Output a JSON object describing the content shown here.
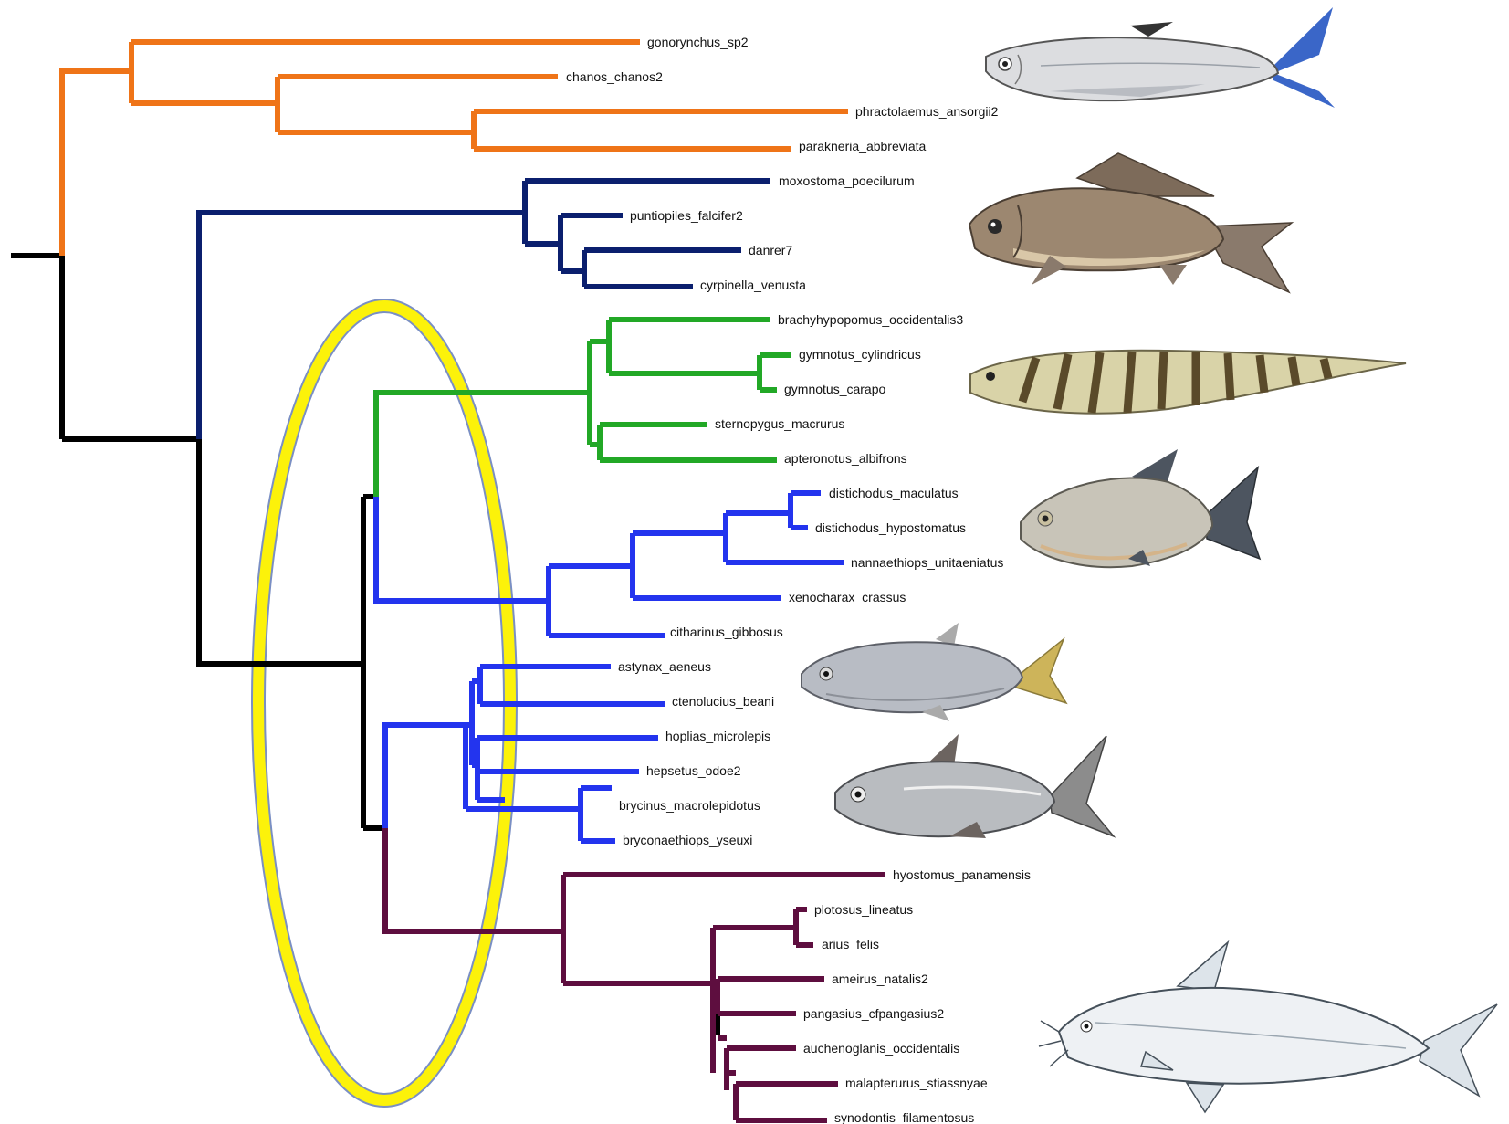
{
  "colors": {
    "root": "#000000",
    "orange_clade": "#ef7418",
    "navy_clade": "#0b1f6e",
    "green_clade": "#22a826",
    "blue_clade": "#2334ee",
    "maroon_clade": "#5e0e3f",
    "highlight_ellipse": "#fcf20a",
    "highlight_ellipse_outline": "#7a8fc4"
  },
  "taxa": [
    {
      "label": "gonorynchus_sp2",
      "clade": "orange"
    },
    {
      "label": "chanos_chanos2",
      "clade": "orange"
    },
    {
      "label": "phractolaemus_ansorgii2",
      "clade": "orange"
    },
    {
      "label": "parakneria_abbreviata",
      "clade": "orange"
    },
    {
      "label": "moxostoma_poecilurum",
      "clade": "navy"
    },
    {
      "label": "puntiopiles_falcifer2",
      "clade": "navy"
    },
    {
      "label": "danrer7",
      "clade": "navy"
    },
    {
      "label": "cyrpinella_venusta",
      "clade": "navy"
    },
    {
      "label": "brachyhypopomus_occidentalis3",
      "clade": "green"
    },
    {
      "label": "gymnotus_cylindricus",
      "clade": "green"
    },
    {
      "label": "gymnotus_carapo",
      "clade": "green"
    },
    {
      "label": "sternopygus_macrurus",
      "clade": "green"
    },
    {
      "label": "apteronotus_albifrons",
      "clade": "green"
    },
    {
      "label": "distichodus_maculatus",
      "clade": "blue"
    },
    {
      "label": "distichodus_hypostomatus",
      "clade": "blue"
    },
    {
      "label": "nannaethiops_unitaeniatus",
      "clade": "blue"
    },
    {
      "label": "xenocharax_crassus",
      "clade": "blue"
    },
    {
      "label": "citharinus_gibbosus",
      "clade": "blue"
    },
    {
      "label": "astynax_aeneus",
      "clade": "blue"
    },
    {
      "label": "ctenolucius_beani",
      "clade": "blue"
    },
    {
      "label": "hoplias_microlepis",
      "clade": "blue"
    },
    {
      "label": "hepsetus_odoe2",
      "clade": "blue"
    },
    {
      "label": "brycinus_macrolepidotus",
      "clade": "blue"
    },
    {
      "label": "bryconaethiops_yseuxi",
      "clade": "blue"
    },
    {
      "label": "hyostomus_panamensis",
      "clade": "maroon"
    },
    {
      "label": "plotosus_lineatus",
      "clade": "maroon"
    },
    {
      "label": "arius_felis",
      "clade": "maroon"
    },
    {
      "label": "ameirus_natalis2",
      "clade": "maroon"
    },
    {
      "label": "pangasius_cfpangasius2",
      "clade": "maroon"
    },
    {
      "label": "auchenoglanis_occidentalis",
      "clade": "maroon"
    },
    {
      "label": "malapterurus_stiassnyae",
      "clade": "maroon"
    },
    {
      "label": "synodontis_filamentosus",
      "clade": "maroon"
    }
  ],
  "illustrations": [
    {
      "name": "milkfish-illustration",
      "subject": "milkfish (Gonorynchiformes)"
    },
    {
      "name": "carp-illustration",
      "subject": "carp (Cypriniformes)"
    },
    {
      "name": "knifefish-illustration",
      "subject": "banded knifefish (Gymnotiformes)"
    },
    {
      "name": "distichodus-illustration",
      "subject": "distichodontid (Characiformes)"
    },
    {
      "name": "tetra-illustration",
      "subject": "tetra (Characiformes)"
    },
    {
      "name": "african-tetra-illustration",
      "subject": "African tetra (Characiformes)"
    },
    {
      "name": "catfish-illustration",
      "subject": "catfish (Siluriformes)"
    }
  ]
}
